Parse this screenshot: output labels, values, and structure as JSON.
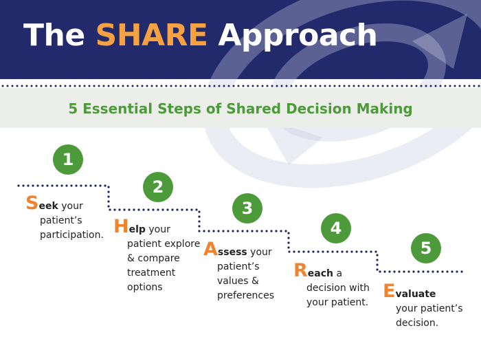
{
  "header": {
    "title_prefix": "The",
    "title_accent": "SHARE",
    "title_suffix": "Approach",
    "subtitle": "5 Essential Steps of Shared Decision Making"
  },
  "colors": {
    "banner": "#232a6b",
    "accent_orange": "#f0832d",
    "title_accent": "#f6a243",
    "green": "#4d9a3a",
    "band": "#eceee9"
  },
  "steps": [
    {
      "number": "1",
      "letter": "S",
      "keyword": "eek",
      "inline": " your",
      "rest": "patient’s\nparticipation."
    },
    {
      "number": "2",
      "letter": "H",
      "keyword": "elp",
      "inline": " your",
      "rest": "patient explore\n& compare\ntreatment\noptions"
    },
    {
      "number": "3",
      "letter": "A",
      "keyword": "ssess",
      "inline": " your",
      "rest": "patient’s\nvalues &\npreferences"
    },
    {
      "number": "4",
      "letter": "R",
      "keyword": "each",
      "inline": " a",
      "rest": "decision with\nyour patient."
    },
    {
      "number": "5",
      "letter": "E",
      "keyword": "valuate",
      "inline": "",
      "rest": "your patient’s\ndecision."
    }
  ]
}
